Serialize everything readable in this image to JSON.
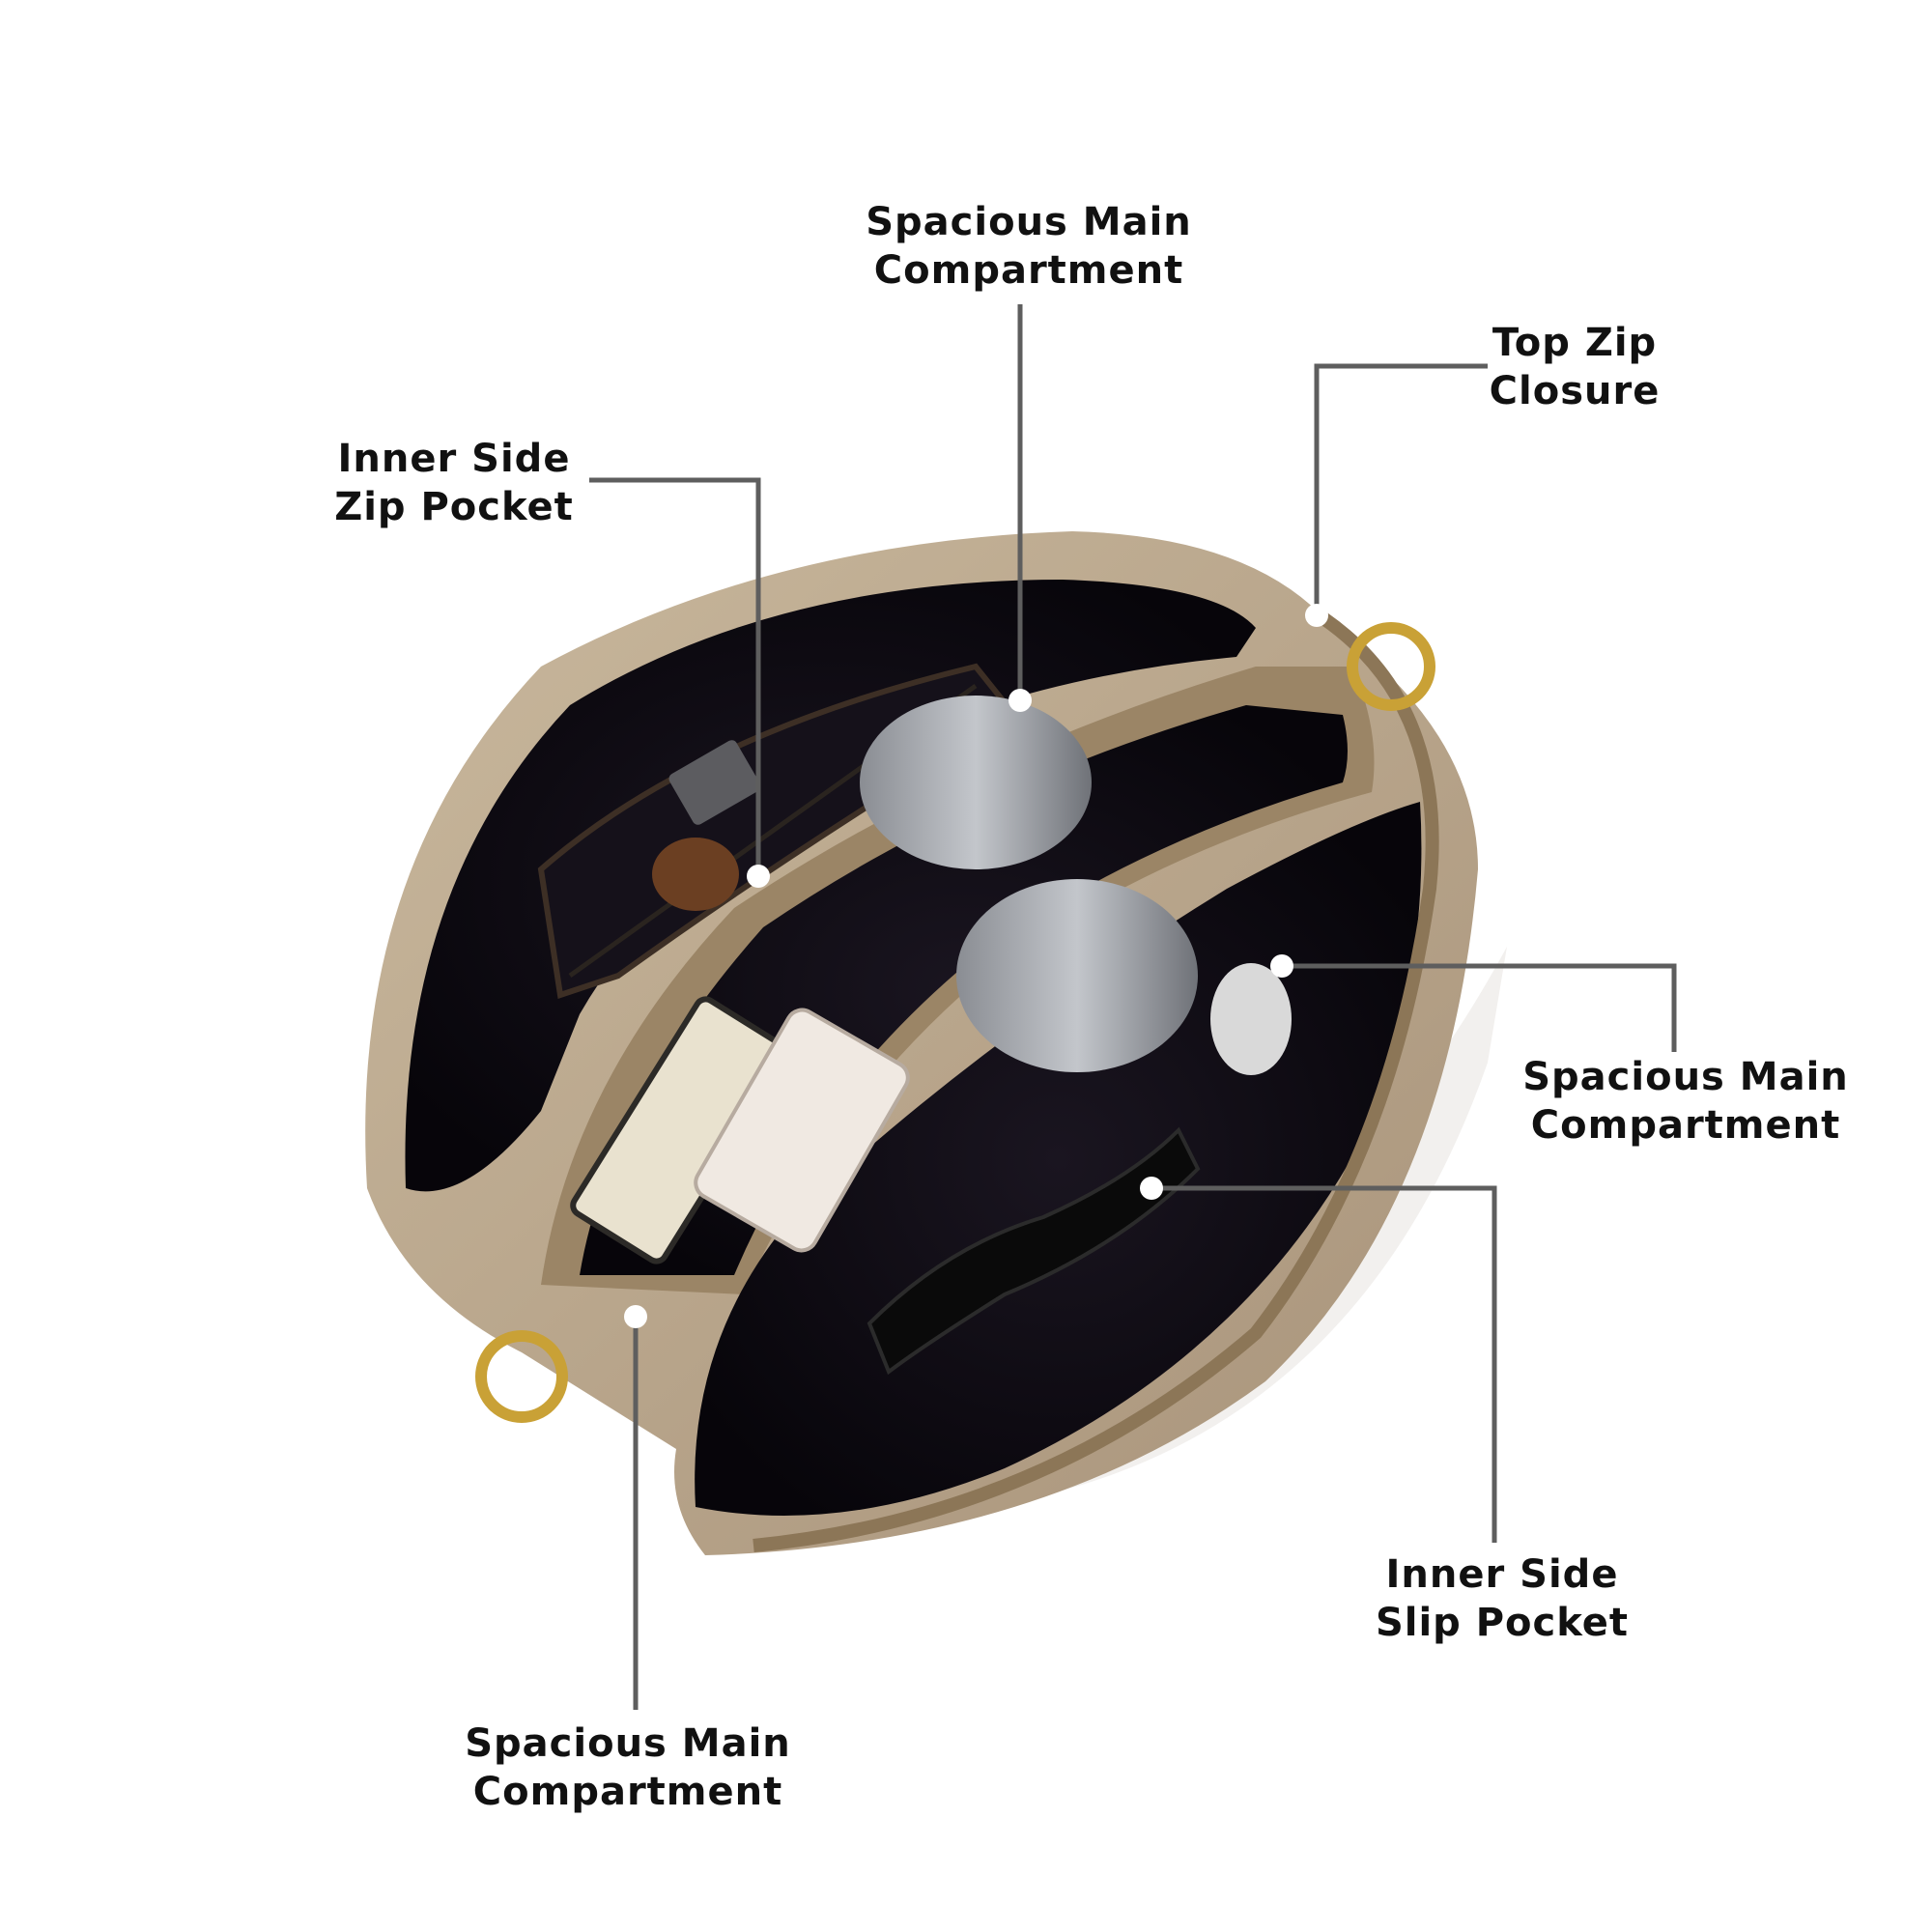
{
  "callouts": {
    "main_top": {
      "line1": "Spacious Main",
      "line2": "Compartment"
    },
    "zip_closure": {
      "line1": "Top Zip",
      "line2": "Closure"
    },
    "zip_pocket": {
      "line1": "Inner Side",
      "line2": "Zip Pocket"
    },
    "main_right": {
      "line1": "Spacious Main",
      "line2": "Compartment"
    },
    "slip_pocket": {
      "line1": "Inner Side",
      "line2": "Slip Pocket"
    },
    "main_bottom": {
      "line1": "Spacious Main",
      "line2": "Compartment"
    }
  },
  "colors": {
    "leader_line": "#5e5e5e",
    "marker_dot": "#ffffff",
    "label_text": "#111111",
    "bag_exterior": "#b8a58a",
    "bag_lining": "#0e0b12",
    "hardware": "#c9a136"
  }
}
